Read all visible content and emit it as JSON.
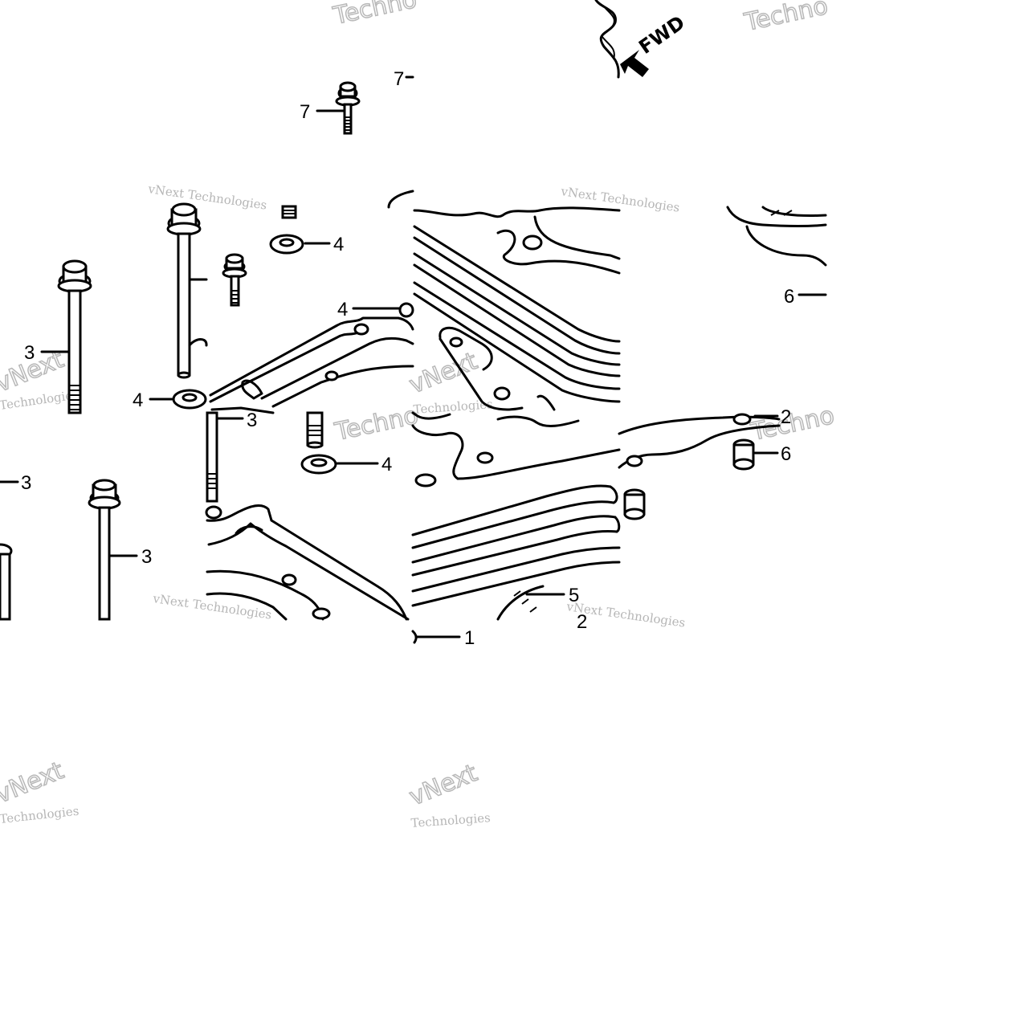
{
  "watermark": {
    "brand_short": "vNext",
    "brand_full": "vNext Technologies",
    "brand_tail": "Technologies",
    "brand_frag": "Techno"
  },
  "direction_label": "FWD",
  "callouts": {
    "p1": "1",
    "p2": "2",
    "p3": "3",
    "p4": "4",
    "p5": "5",
    "p6": "6",
    "p7": "7"
  }
}
